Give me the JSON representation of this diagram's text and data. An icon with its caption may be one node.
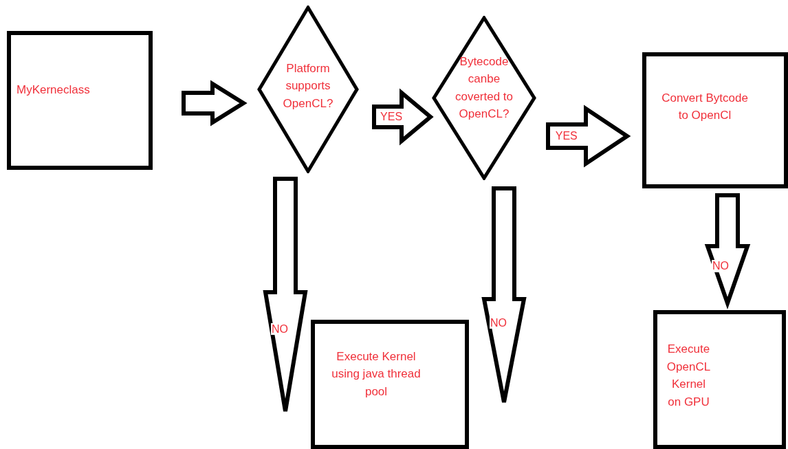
{
  "diagram": {
    "nodes": [
      {
        "text": [
          "MyKerneclass"
        ]
      },
      {
        "text": [
          "Platform supports OpenCL?"
        ]
      },
      {
        "text": [
          "Bytecode canbe coverted to OpenCL?"
        ]
      },
      {
        "text": [
          "Convert Bytcode to OpenCl"
        ]
      },
      {
        "text": [
          "Execute Kernel using java thread pool"
        ]
      },
      {
        "text": [
          "Execute OpenCL Kernel on GPU"
        ]
      }
    ],
    "edges": [
      {
        "from": 0,
        "to": 1,
        "arrow": "to"
      },
      {
        "from": 1,
        "to": 2,
        "arrow": "to",
        "label": "YES"
      },
      {
        "from": 2,
        "to": 3,
        "arrow": "to",
        "label": "YES"
      },
      {
        "from": 1,
        "to": null,
        "arrow": "to",
        "label": "NO"
      },
      {
        "from": 2,
        "to": null,
        "arrow": "to",
        "label": "NO"
      },
      {
        "from": 3,
        "to": 5,
        "arrow": "to",
        "label": "NO"
      }
    ]
  }
}
